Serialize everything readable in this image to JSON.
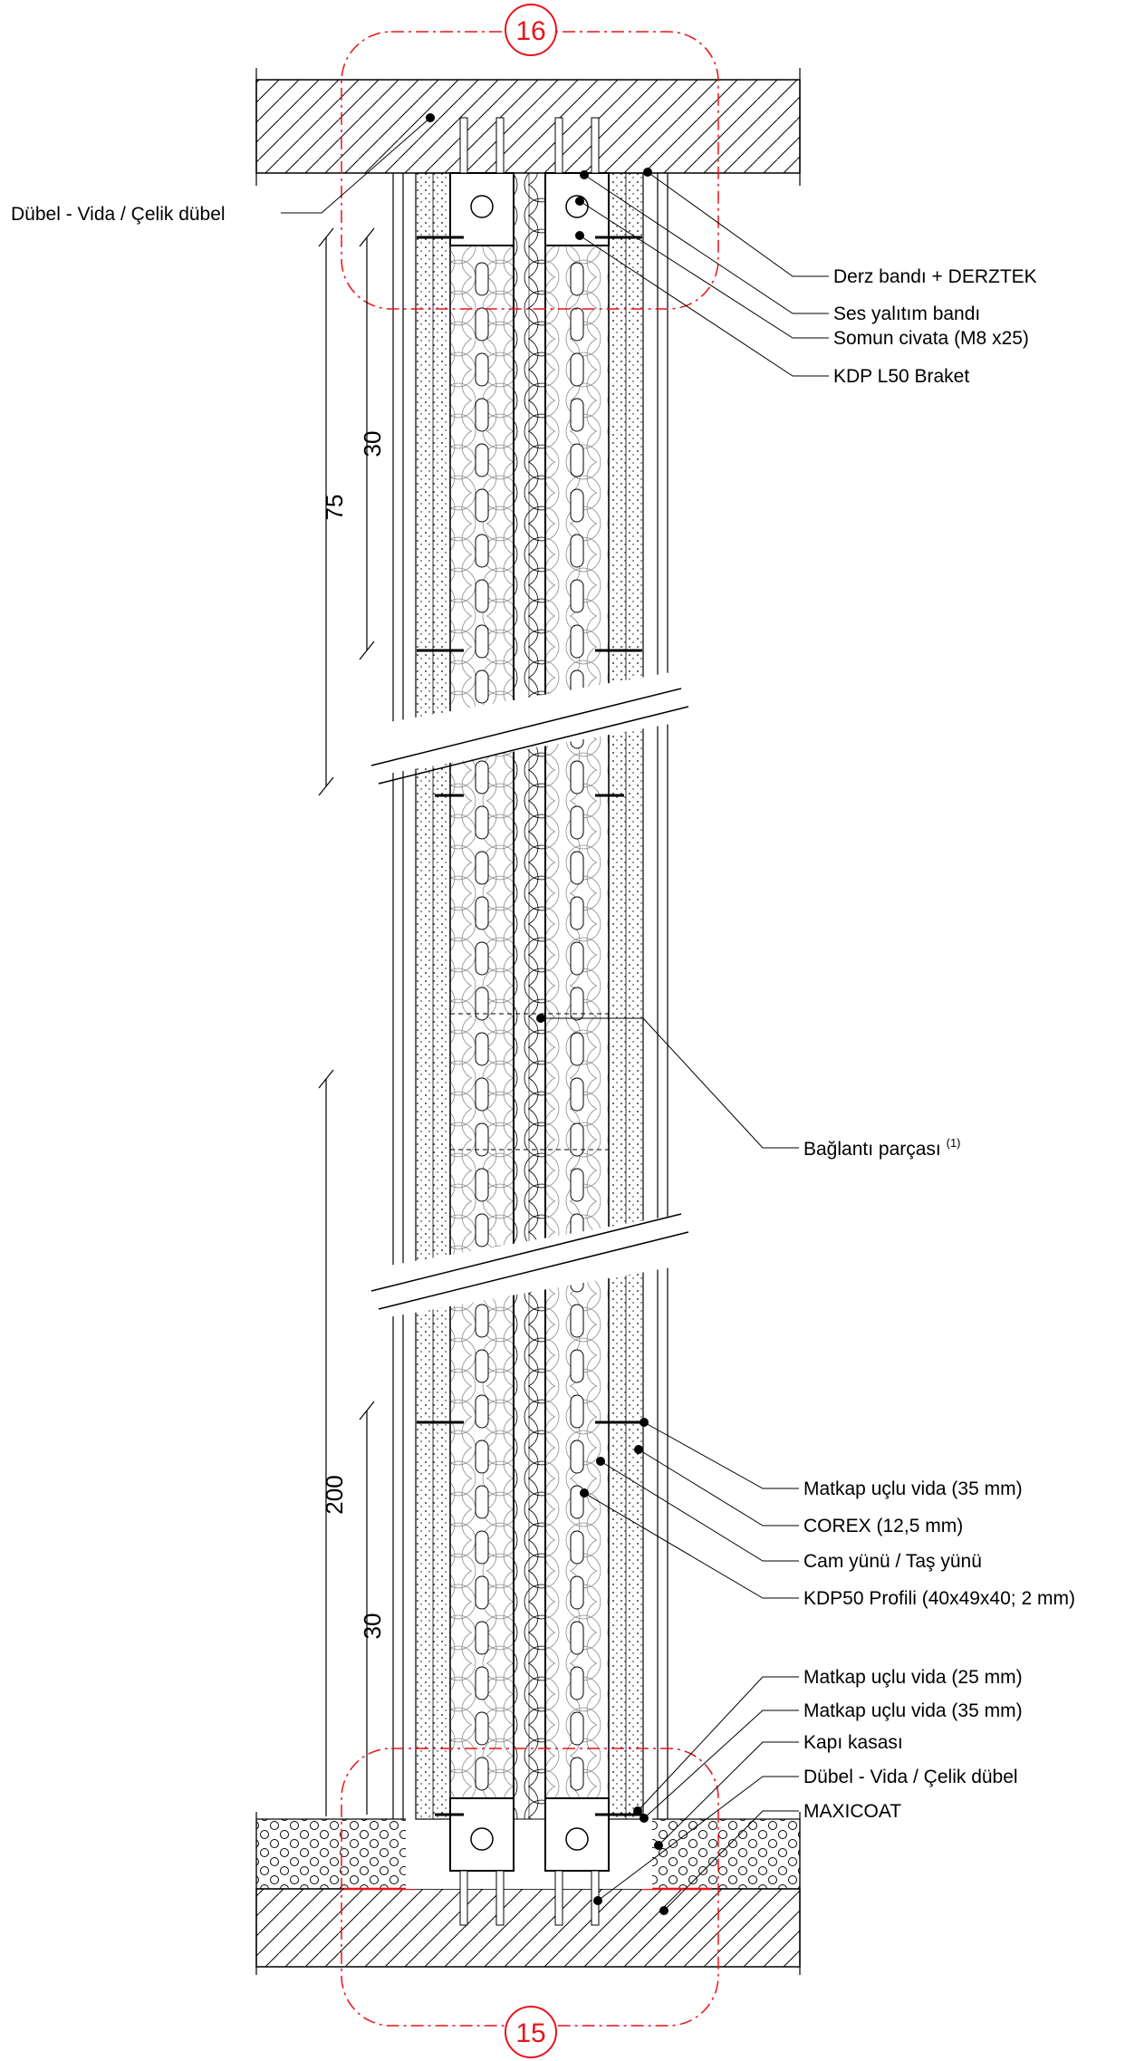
{
  "details": {
    "top": "16",
    "bottom": "15"
  },
  "dimensions": {
    "d75": "75",
    "d30_top": "30",
    "d200": "200",
    "d30_bottom": "30"
  },
  "labels": {
    "dubel_top": "Dübel - Vida / Çelik dübel",
    "derz": "Derz bandı + DERZTEK",
    "ses": "Ses yalıtım bandı",
    "somun": "Somun civata (M8 x25)",
    "braket": "KDP L50 Braket",
    "baglanti": "Bağlantı parçası",
    "baglanti_note": "(1)",
    "matkap35": "Matkap uçlu vida (35 mm)",
    "corex": "COREX (12,5 mm)",
    "camyunu": "Cam yünü / Taş yünü",
    "kdp50": "KDP50 Profili (40x49x40; 2 mm)",
    "matkap25_b": "Matkap uçlu vida (25 mm)",
    "matkap35_b": "Matkap uçlu vida (35 mm)",
    "kapi": "Kapı kasası",
    "dubel_bottom": "Dübel - Vida / Çelik dübel",
    "maxicoat": "MAXICOAT"
  },
  "colors": {
    "line": "#000000",
    "detail_callout": "#e8141c"
  }
}
